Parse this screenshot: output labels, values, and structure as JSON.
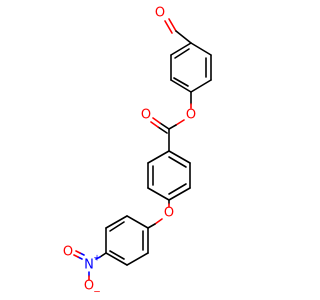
{
  "molecule": {
    "atom_labels": {
      "aldehyde_o": "O",
      "ester_o_single": "O",
      "ester_o_double": "O",
      "ether_o": "O",
      "nitro_n": "N",
      "nitro_o_double": "O",
      "nitro_o_minus": "O"
    },
    "charges": {
      "nitro_n": "+",
      "nitro_o_minus": "−"
    },
    "colors": {
      "carbon_bond": "#000000",
      "oxygen": "#ff0000",
      "nitrogen": "#0000ff",
      "background": "#ffffff"
    }
  }
}
